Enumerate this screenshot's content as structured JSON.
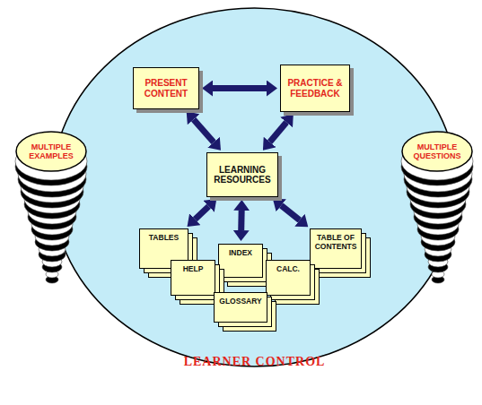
{
  "diagram": {
    "nodes": [
      {
        "text": [
          "LEARNER CONTROL"
        ]
      },
      {
        "text": [
          "PRESENT CONTENT"
        ],
        "in": 0
      },
      {
        "text": [
          "PRACTICE & FEEDBACK"
        ],
        "in": 0
      },
      {
        "text": [
          "MULTIPLE EXAMPLES"
        ]
      },
      {
        "text": [
          "LEARNING RESOURCES"
        ],
        "in": 0
      },
      {
        "text": [
          "MULTIPLE QUESTIONS"
        ]
      },
      {
        "text": [
          "TABLES"
        ],
        "in": 0
      },
      {
        "text": [
          "TABLE OF CONTENTS"
        ],
        "in": 0
      },
      {
        "text": [
          "INDEX"
        ],
        "in": 0
      },
      {
        "text": [
          "HELP"
        ],
        "in": 0
      },
      {
        "text": [
          "CALC."
        ],
        "in": 0
      },
      {
        "text": [
          "GLOSSARY"
        ],
        "in": 0
      }
    ],
    "edges": [
      {
        "from": 1,
        "to": 2,
        "arrow": "both"
      },
      {
        "from": 4,
        "to": 1,
        "arrow": "both"
      },
      {
        "from": 4,
        "to": 2,
        "arrow": "both"
      },
      {
        "from": 4,
        "to": 6,
        "arrow": "both"
      },
      {
        "from": 4,
        "to": 8,
        "arrow": "both"
      },
      {
        "from": 4,
        "to": 7,
        "arrow": "both"
      }
    ]
  }
}
